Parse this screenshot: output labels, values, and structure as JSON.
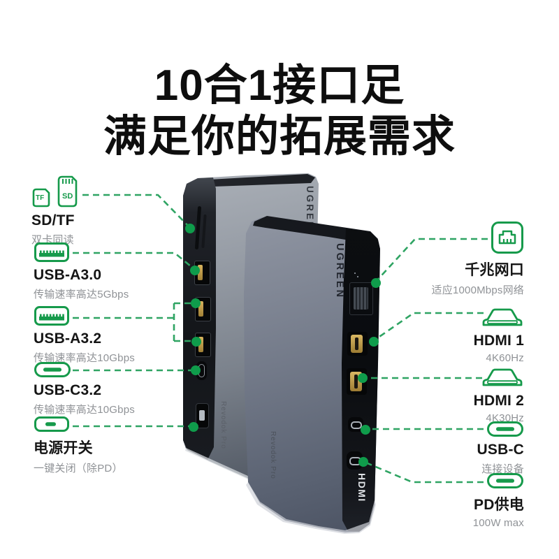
{
  "title": {
    "line1": "10合1接口足",
    "line2": "满足你的拓展需求"
  },
  "brand": {
    "logo_text": "UGREEN",
    "model_text": "Revodok Pro",
    "edge_text": "HDMI"
  },
  "icon_text": {
    "tf": "TF",
    "sd": "SD"
  },
  "left_labels": [
    {
      "name": "SD/TF",
      "desc": "双卡同读",
      "icon": "sd-card-icon,tf-card-icon"
    },
    {
      "name": "USB-A3.0",
      "desc": "传输速率高达5Gbps",
      "icon": "usb-a-icon"
    },
    {
      "name": "USB-A3.2",
      "desc": "传输速率高达10Gbps",
      "icon": "usb-a-icon"
    },
    {
      "name": "USB-C3.2",
      "desc": "传输速率高达10Gbps",
      "icon": "usb-c-icon"
    },
    {
      "name": "电源开关",
      "desc": "一键关闭（除PD）",
      "icon": "power-switch-icon"
    }
  ],
  "right_labels": [
    {
      "name": "千兆网口",
      "desc": "适应1000Mbps网络",
      "icon": "ethernet-icon"
    },
    {
      "name": "HDMI 1",
      "desc": "4K60Hz",
      "icon": "hdmi-icon"
    },
    {
      "name": "HDMI 2",
      "desc": "4K30Hz",
      "icon": "hdmi-icon"
    },
    {
      "name": "USB-C",
      "desc": "连接设备",
      "icon": "usb-c-icon"
    },
    {
      "name": "PD供电",
      "desc": "100W max",
      "icon": "usb-c-icon"
    }
  ],
  "colors": {
    "accent_green": "#169a4b",
    "dash_green": "#2fa463",
    "dot_green": "#0f9c4b",
    "label_black": "#151515",
    "desc_gray": "#8f9296",
    "background": "#ffffff"
  }
}
